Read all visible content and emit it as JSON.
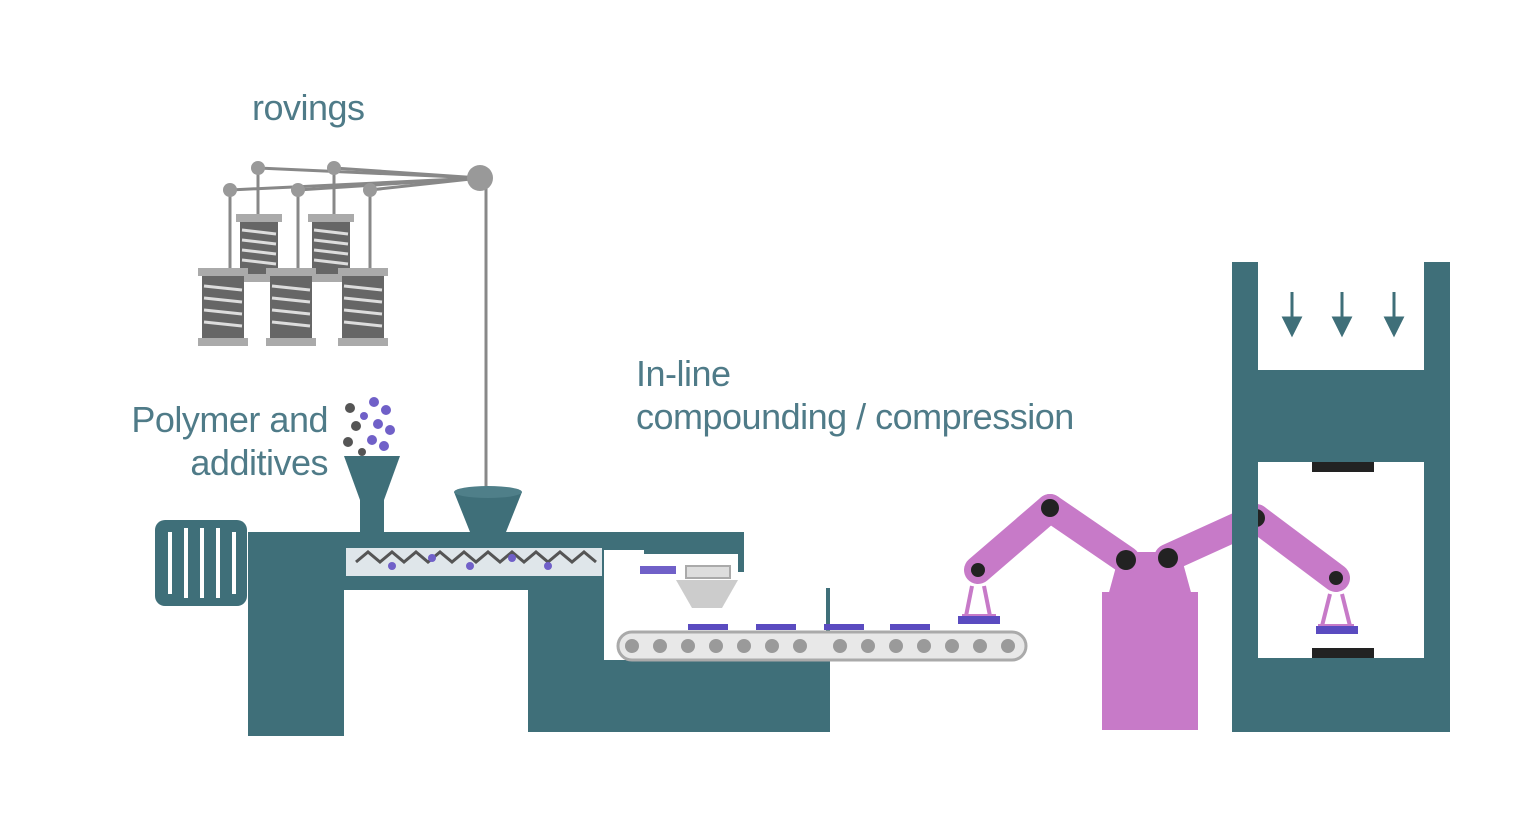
{
  "labels": {
    "rovings": "rovings",
    "polymer_line1": "Polymer and",
    "polymer_line2": "additives",
    "inline_line1": "In-line",
    "inline_line2": "compounding / compression"
  },
  "colors": {
    "machine": "#3f6f79",
    "robot": "#c77ac8",
    "label_text": "#4f7b88",
    "spool": "#8a8a8a",
    "pellets": "#7060c8"
  },
  "icons": {
    "down_arrows": "arrow-down-icon",
    "spools": "roving-spool-icon",
    "hoppers": "hopper-icon",
    "robot": "robot-arm-icon"
  }
}
